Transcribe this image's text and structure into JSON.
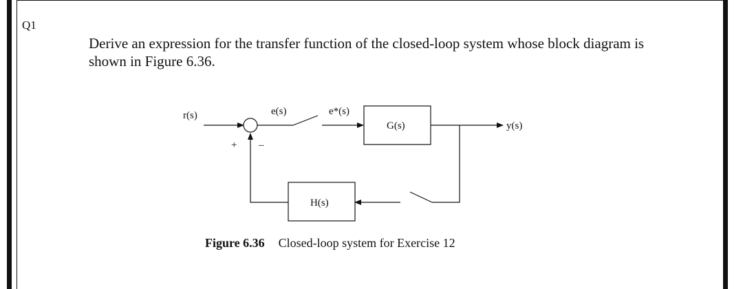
{
  "question": {
    "label": "Q1",
    "text": "Derive an expression for the transfer function of the closed-loop system whose block diagram is shown in Figure 6.36."
  },
  "diagram": {
    "input_label": "r(s)",
    "error_label": "e(s)",
    "sampled_error_label": "e*(s)",
    "forward_block_label": "G(s)",
    "output_label": "y(s)",
    "feedback_block_label": "H(s)",
    "plus_sign": "+",
    "minus_sign": "–"
  },
  "caption": {
    "figure_number": "Figure 6.36",
    "text": "Closed-loop system for Exercise 12"
  }
}
